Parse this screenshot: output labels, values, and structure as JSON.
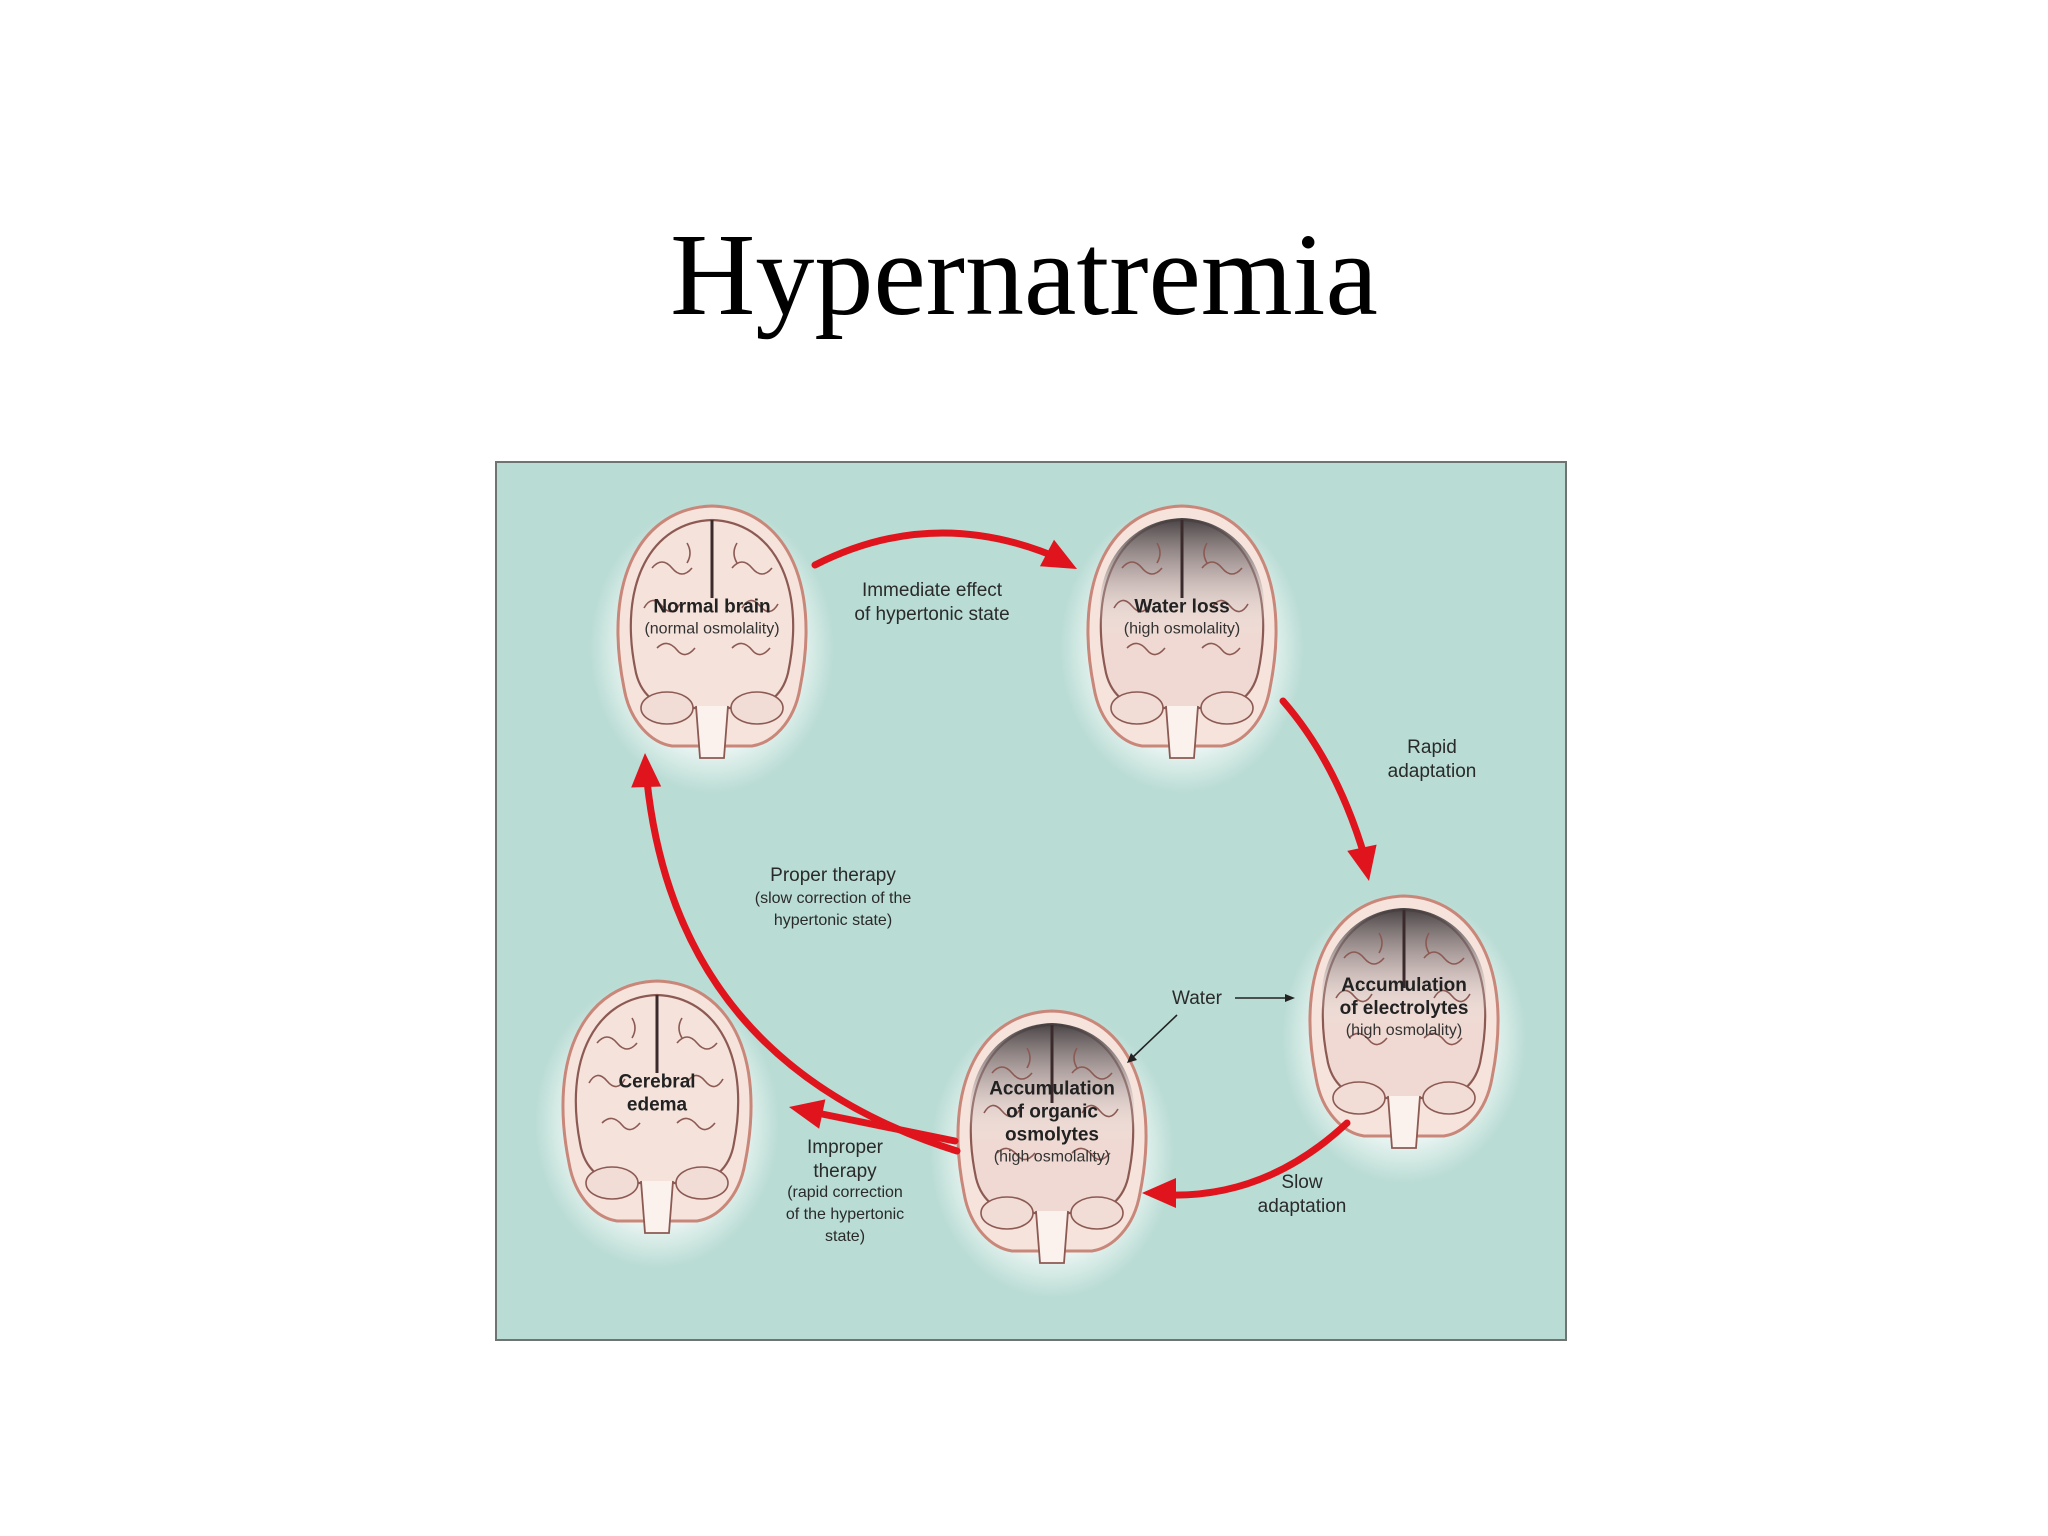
{
  "slide": {
    "title": "Hypernatremia"
  },
  "diagram": {
    "accent_color": "#e0141c",
    "panel_color": "#b9dcd4",
    "brains": [
      {
        "id": "normal",
        "lines": [
          "Normal brain"
        ],
        "sub": [
          "(normal osmolality)"
        ],
        "shrunk": false
      },
      {
        "id": "water-loss",
        "lines": [
          "Water loss"
        ],
        "sub": [
          "(high osmolality)"
        ],
        "shrunk": true
      },
      {
        "id": "electrolytes",
        "lines": [
          "Accumulation",
          "of electrolytes"
        ],
        "sub": [
          "(high osmolality)"
        ],
        "shrunk": true
      },
      {
        "id": "organic-osmolytes",
        "lines": [
          "Accumulation",
          "of organic",
          "osmolytes"
        ],
        "sub": [
          "(high osmolality)"
        ],
        "shrunk": true
      },
      {
        "id": "cerebral-edema",
        "lines": [
          "Cerebral",
          "edema"
        ],
        "sub": [],
        "shrunk": false
      }
    ],
    "arrow_labels": [
      {
        "id": "immediate-effect",
        "lines": [
          "Immediate effect",
          "of hypertonic state"
        ],
        "sub": []
      },
      {
        "id": "rapid-adaptation",
        "lines": [
          "Rapid",
          "adaptation"
        ],
        "sub": []
      },
      {
        "id": "slow-adaptation",
        "lines": [
          "Slow",
          "adaptation"
        ],
        "sub": []
      },
      {
        "id": "proper-therapy",
        "lines": [
          "Proper therapy"
        ],
        "sub": [
          "(slow correction of the",
          "hypertonic state)"
        ]
      },
      {
        "id": "improper-therapy",
        "lines": [
          "Improper",
          "therapy"
        ],
        "sub": [
          "(rapid correction",
          "of the hypertonic",
          "state)"
        ]
      },
      {
        "id": "water",
        "lines": [
          "Water"
        ],
        "sub": []
      }
    ]
  }
}
